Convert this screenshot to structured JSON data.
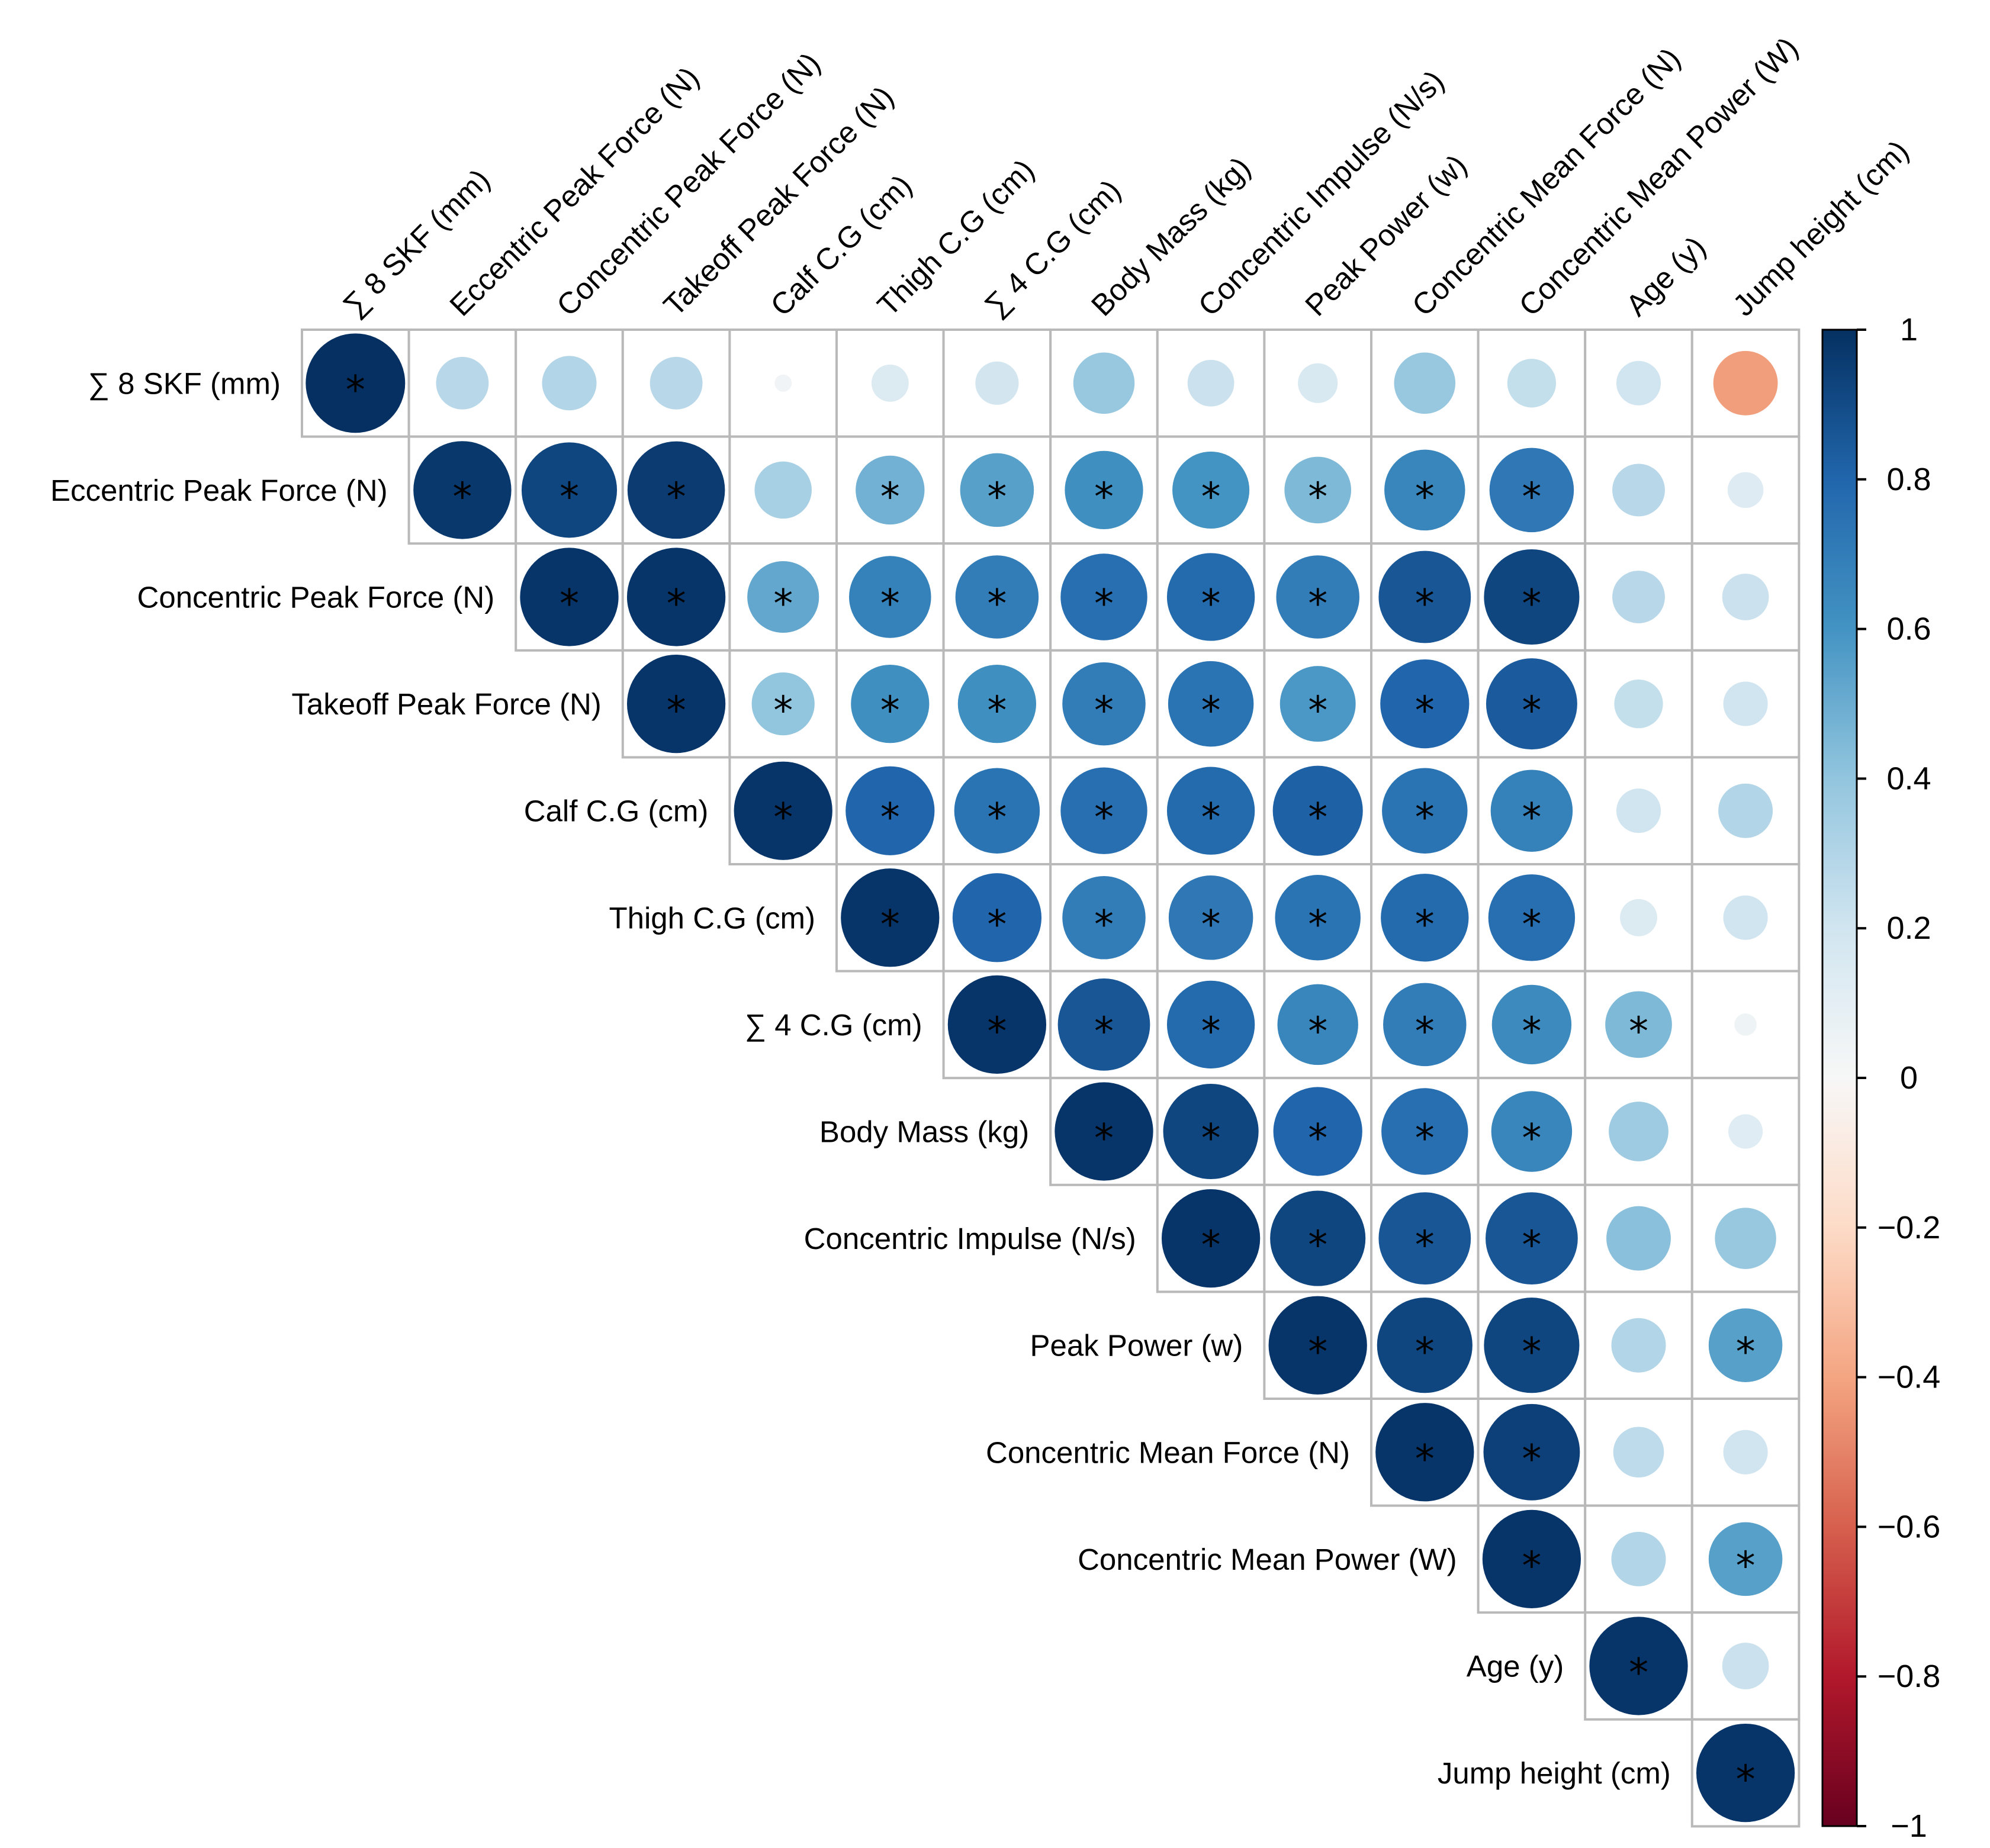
{
  "chart_data": {
    "type": "heatmap",
    "variables": [
      "∑ 8 SKF (mm)",
      "Eccentric Peak Force (N)",
      "Concentric Peak Force (N)",
      "Takeoff Peak Force (N)",
      "Calf C.G (cm)",
      "Thigh C.G (cm)",
      "∑ 4 C.G (cm)",
      "Body Mass (kg)",
      "Concentric Impulse (N/s)",
      "Peak Power (w)",
      "Concentric Mean Force (N)",
      "Concentric Mean Power (W)",
      "Age (y)",
      "Jump height (cm)"
    ],
    "matrix_shape": "upper-triangular",
    "marker": "circle (size and color encode correlation)",
    "significance_marker": "*",
    "values": [
      [
        1.0,
        0.28,
        0.3,
        0.28,
        0.03,
        0.14,
        0.19,
        0.38,
        0.22,
        0.16,
        0.38,
        0.24,
        0.2,
        -0.42
      ],
      [
        null,
        0.97,
        0.92,
        0.96,
        0.33,
        0.48,
        0.55,
        0.62,
        0.6,
        0.45,
        0.66,
        0.72,
        0.28,
        0.13
      ],
      [
        null,
        null,
        0.98,
        0.98,
        0.52,
        0.68,
        0.7,
        0.76,
        0.78,
        0.7,
        0.86,
        0.92,
        0.28,
        0.22
      ],
      [
        null,
        null,
        null,
        0.98,
        0.4,
        0.62,
        0.62,
        0.7,
        0.74,
        0.58,
        0.8,
        0.84,
        0.24,
        0.2
      ],
      [
        null,
        null,
        null,
        null,
        0.98,
        0.8,
        0.74,
        0.76,
        0.78,
        0.82,
        0.74,
        0.68,
        0.2,
        0.3
      ],
      [
        null,
        null,
        null,
        null,
        null,
        0.98,
        0.8,
        0.7,
        0.72,
        0.74,
        0.78,
        0.76,
        0.14,
        0.2
      ],
      [
        null,
        null,
        null,
        null,
        null,
        null,
        0.98,
        0.86,
        0.78,
        0.66,
        0.7,
        0.64,
        0.45,
        0.05
      ],
      [
        null,
        null,
        null,
        null,
        null,
        null,
        null,
        0.98,
        0.92,
        0.8,
        0.76,
        0.66,
        0.36,
        0.12
      ],
      [
        null,
        null,
        null,
        null,
        null,
        null,
        null,
        null,
        0.98,
        0.92,
        0.86,
        0.86,
        0.42,
        0.38
      ],
      [
        null,
        null,
        null,
        null,
        null,
        null,
        null,
        null,
        null,
        0.98,
        0.92,
        0.92,
        0.3,
        0.55
      ],
      [
        null,
        null,
        null,
        null,
        null,
        null,
        null,
        null,
        null,
        null,
        0.98,
        0.94,
        0.26,
        0.2
      ],
      [
        null,
        null,
        null,
        null,
        null,
        null,
        null,
        null,
        null,
        null,
        null,
        0.98,
        0.3,
        0.55
      ],
      [
        null,
        null,
        null,
        null,
        null,
        null,
        null,
        null,
        null,
        null,
        null,
        null,
        0.98,
        0.22
      ],
      [
        null,
        null,
        null,
        null,
        null,
        null,
        null,
        null,
        null,
        null,
        null,
        null,
        null,
        0.98
      ]
    ],
    "significant": [
      [
        true,
        false,
        false,
        false,
        false,
        false,
        false,
        false,
        false,
        false,
        false,
        false,
        false,
        false
      ],
      [
        false,
        true,
        true,
        true,
        false,
        true,
        true,
        true,
        true,
        true,
        true,
        true,
        false,
        false
      ],
      [
        false,
        false,
        true,
        true,
        true,
        true,
        true,
        true,
        true,
        true,
        true,
        true,
        false,
        false
      ],
      [
        false,
        false,
        false,
        true,
        true,
        true,
        true,
        true,
        true,
        true,
        true,
        true,
        false,
        false
      ],
      [
        false,
        false,
        false,
        false,
        true,
        true,
        true,
        true,
        true,
        true,
        true,
        true,
        false,
        false
      ],
      [
        false,
        false,
        false,
        false,
        false,
        true,
        true,
        true,
        true,
        true,
        true,
        true,
        false,
        false
      ],
      [
        false,
        false,
        false,
        false,
        false,
        false,
        true,
        true,
        true,
        true,
        true,
        true,
        true,
        false
      ],
      [
        false,
        false,
        false,
        false,
        false,
        false,
        false,
        true,
        true,
        true,
        true,
        true,
        false,
        false
      ],
      [
        false,
        false,
        false,
        false,
        false,
        false,
        false,
        false,
        true,
        true,
        true,
        true,
        false,
        false
      ],
      [
        false,
        false,
        false,
        false,
        false,
        false,
        false,
        false,
        false,
        true,
        true,
        true,
        false,
        true
      ],
      [
        false,
        false,
        false,
        false,
        false,
        false,
        false,
        false,
        false,
        false,
        true,
        true,
        false,
        false
      ],
      [
        false,
        false,
        false,
        false,
        false,
        false,
        false,
        false,
        false,
        false,
        false,
        true,
        false,
        true
      ],
      [
        false,
        false,
        false,
        false,
        false,
        false,
        false,
        false,
        false,
        false,
        false,
        false,
        true,
        false
      ],
      [
        false,
        false,
        false,
        false,
        false,
        false,
        false,
        false,
        false,
        false,
        false,
        false,
        false,
        true
      ]
    ],
    "colorbar": {
      "range": [
        -1,
        1
      ],
      "ticks": [
        1,
        0.8,
        0.6,
        0.4,
        0.2,
        0,
        -0.2,
        -0.4,
        -0.6,
        -0.8,
        -1
      ],
      "tick_labels": [
        "1",
        "0.8",
        "0.6",
        "0.4",
        "0.2",
        "0",
        "−0.2",
        "−0.4",
        "−0.6",
        "−0.8",
        "−1"
      ],
      "colors": {
        "-1": "#67001f",
        "-0.8": "#b2182b",
        "-0.6": "#d6604d",
        "-0.4": "#f4a582",
        "-0.2": "#fddbc7",
        "0": "#f7f7f7",
        "0.2": "#d1e5f0",
        "0.4": "#92c5de",
        "0.6": "#4393c3",
        "0.8": "#2166ac",
        "1": "#053061"
      },
      "placement": "right"
    },
    "grid": true
  }
}
